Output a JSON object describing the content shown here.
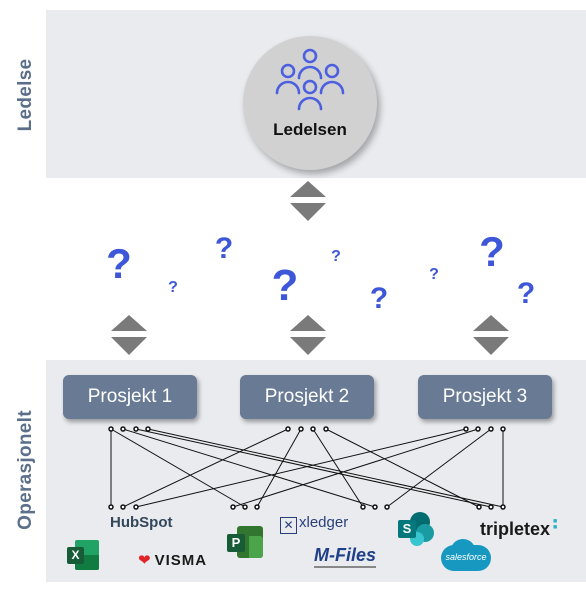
{
  "sections": {
    "top_label": "Ledelse",
    "bottom_label": "Operasjonelt"
  },
  "leadership": {
    "label": "Ledelsen",
    "icon": "people-group-icon"
  },
  "projects": [
    "Prosjekt 1",
    "Prosjekt 2",
    "Prosjekt 3"
  ],
  "question_mark": "?",
  "logos": {
    "hubspot": "HubSpot",
    "visma": "VISMA",
    "xledger": "xledger",
    "mfiles": "M-Files",
    "tripletex": "tripletex",
    "salesforce": "salesforce",
    "sharepoint": "S",
    "excel": "X",
    "project": "P"
  },
  "colors": {
    "band": "#e9ebef",
    "project_box": "#697b94",
    "question": "#3d57d8",
    "arrow": "#7a7a7a",
    "side_label": "#5b6f8b"
  }
}
